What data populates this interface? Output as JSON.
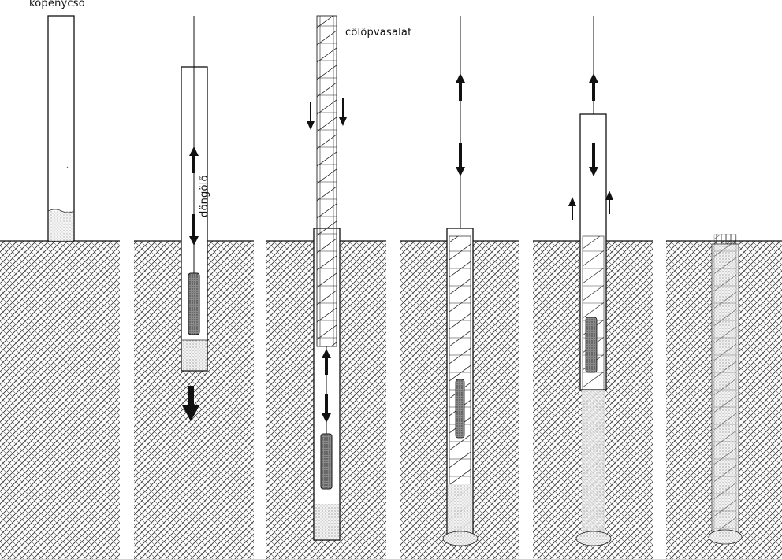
{
  "labels": {
    "casing_pipe": "köpenycső",
    "hammer": "döngölő",
    "pile_reinforcement": "cölöpvasalat"
  }
}
